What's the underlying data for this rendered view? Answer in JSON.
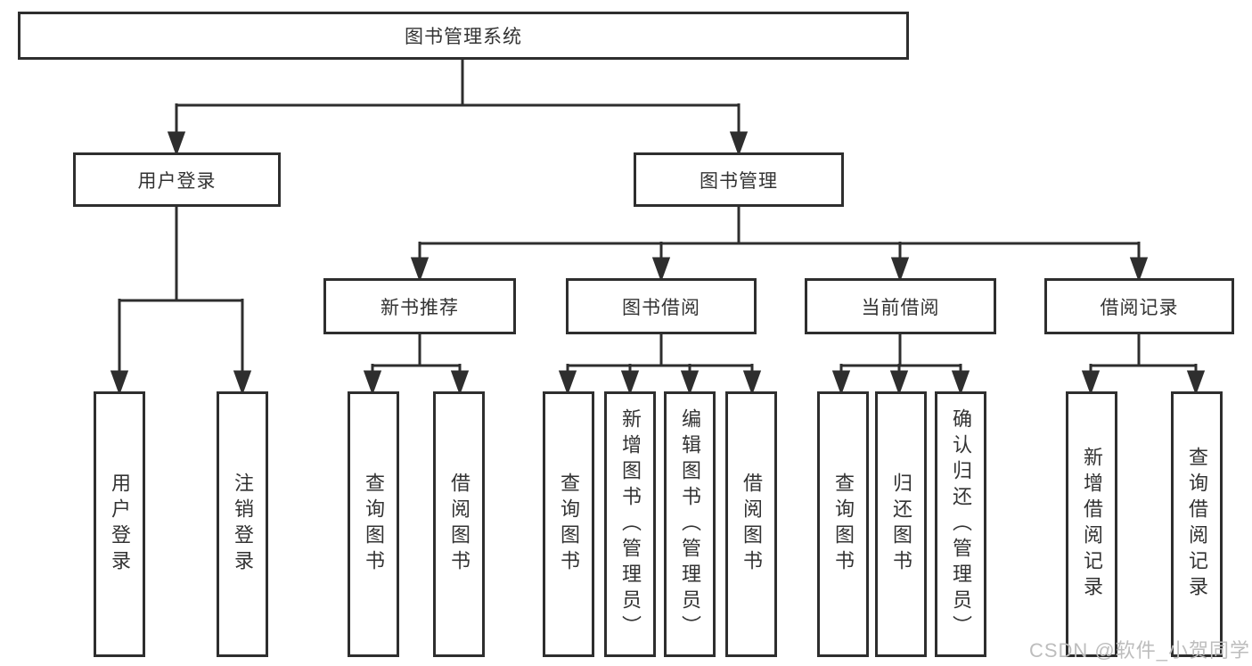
{
  "colors": {
    "line": "#2e2e2e",
    "box_border": "#2e2e2e",
    "text": "#333333",
    "background": "#ffffff",
    "watermark": "#bdbdbd"
  },
  "nodes": {
    "root": {
      "label": "图书管理系统"
    },
    "level2": [
      {
        "label": "用户登录"
      },
      {
        "label": "图书管理"
      }
    ],
    "level3": [
      {
        "label": "新书推荐",
        "parent": "图书管理"
      },
      {
        "label": "图书借阅",
        "parent": "图书管理"
      },
      {
        "label": "当前借阅",
        "parent": "图书管理"
      },
      {
        "label": "借阅记录",
        "parent": "图书管理"
      }
    ],
    "leaves": [
      {
        "label": "用户登录",
        "parent": "用户登录"
      },
      {
        "label": "注销登录",
        "parent": "用户登录"
      },
      {
        "label": "查询图书",
        "parent": "新书推荐"
      },
      {
        "label": "借阅图书",
        "parent": "新书推荐"
      },
      {
        "label": "查询图书",
        "parent": "图书借阅"
      },
      {
        "label": "新增图书（管理员）",
        "parent": "图书借阅"
      },
      {
        "label": "编辑图书（管理员）",
        "parent": "图书借阅"
      },
      {
        "label": "借阅图书",
        "parent": "图书借阅"
      },
      {
        "label": "查询图书",
        "parent": "当前借阅"
      },
      {
        "label": "归还图书",
        "parent": "当前借阅"
      },
      {
        "label": "确认归还（管理员）",
        "parent": "当前借阅"
      },
      {
        "label": "新增借阅记录",
        "parent": "借阅记录"
      },
      {
        "label": "查询借阅记录",
        "parent": "借阅记录"
      }
    ]
  },
  "watermark": "CSDN @软件_小贺同学"
}
